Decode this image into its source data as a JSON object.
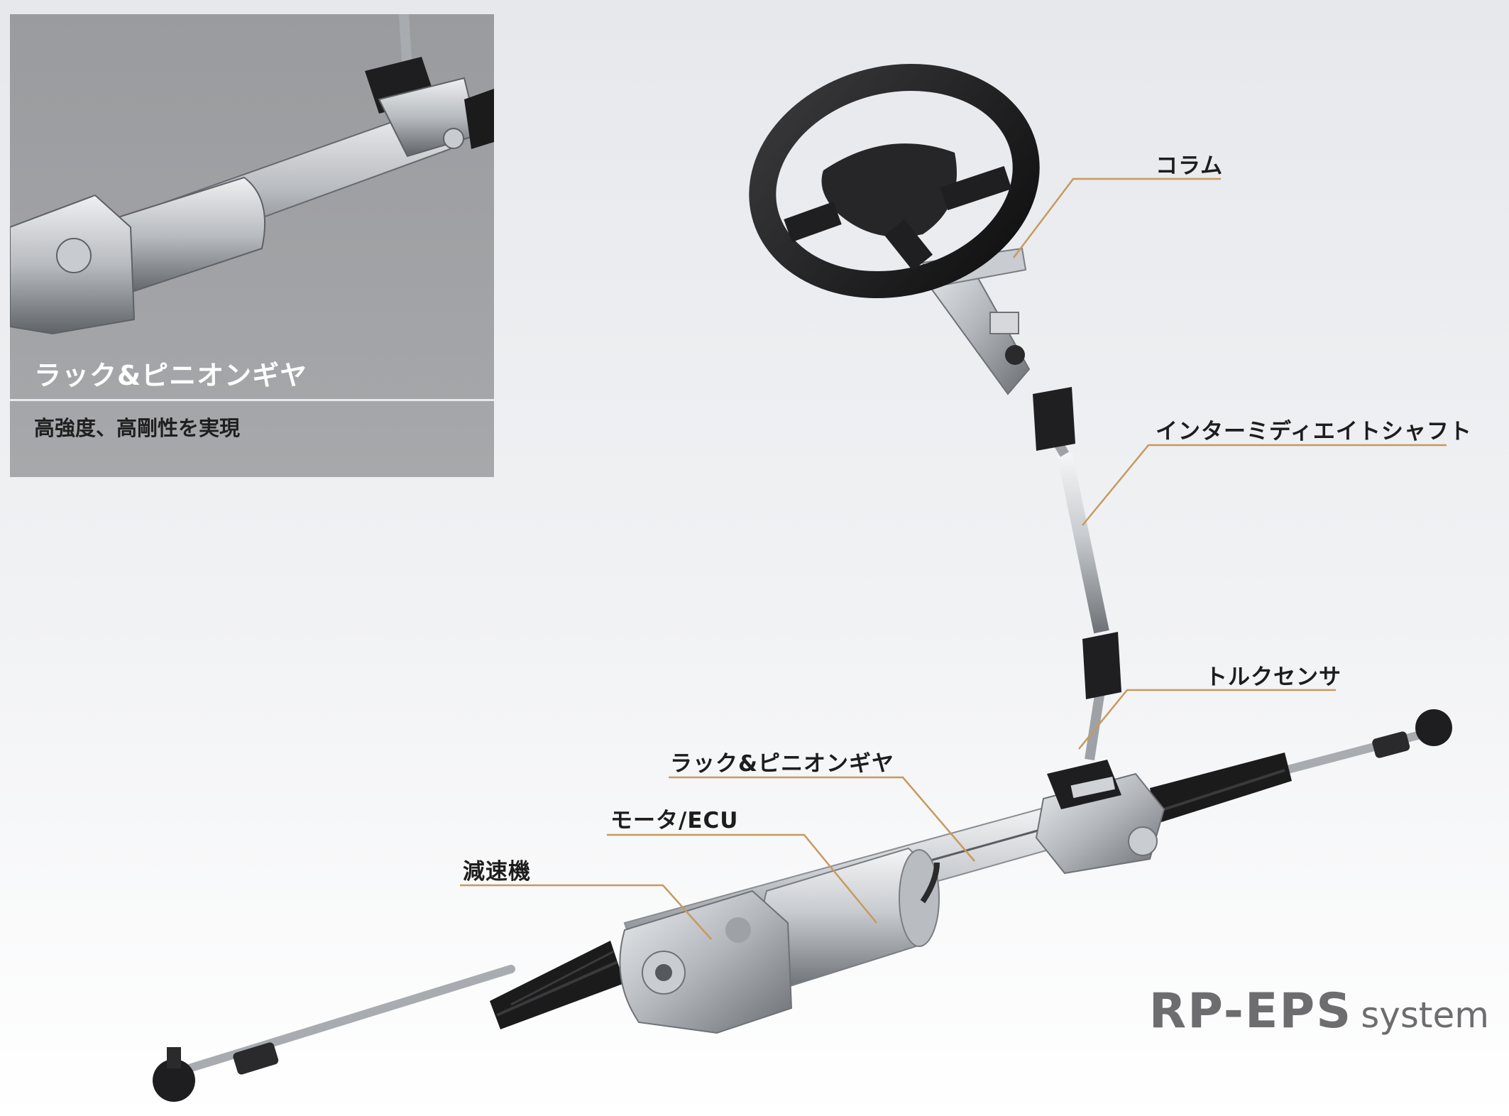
{
  "inset": {
    "title": "ラック&ピニオンギヤ",
    "subtitle": "高強度、高剛性を実現"
  },
  "callouts": {
    "column": "コラム",
    "intermediate_shaft": "インターミディエイトシャフト",
    "torque_sensor": "トルクセンサ",
    "rack_pinion": "ラック&ピニオンギヤ",
    "motor_ecu": "モータ/ECU",
    "reducer": "減速機"
  },
  "brand": {
    "name": "RP-EPS",
    "suffix": "system"
  },
  "colors": {
    "leader_line": "#c69a5e",
    "metal_light": "#d9dbde",
    "metal_dark": "#7e8287",
    "rubber": "#1b1b1c"
  }
}
